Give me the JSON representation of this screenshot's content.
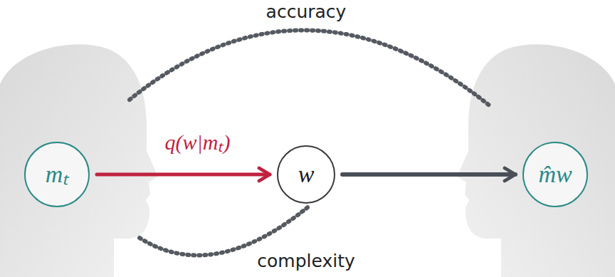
{
  "diagram": {
    "nodes": [
      {
        "text": [
          "mₜ"
        ]
      },
      {
        "text": [
          "w"
        ]
      },
      {
        "text": [
          "m̂w"
        ]
      }
    ],
    "edges": [
      {
        "from": 0,
        "to": 1,
        "arrow": "to",
        "label": "q(w|mₜ)"
      },
      {
        "from": 1,
        "to": 2,
        "arrow": "to"
      }
    ],
    "labels": [
      "accuracy",
      "complexity"
    ]
  }
}
